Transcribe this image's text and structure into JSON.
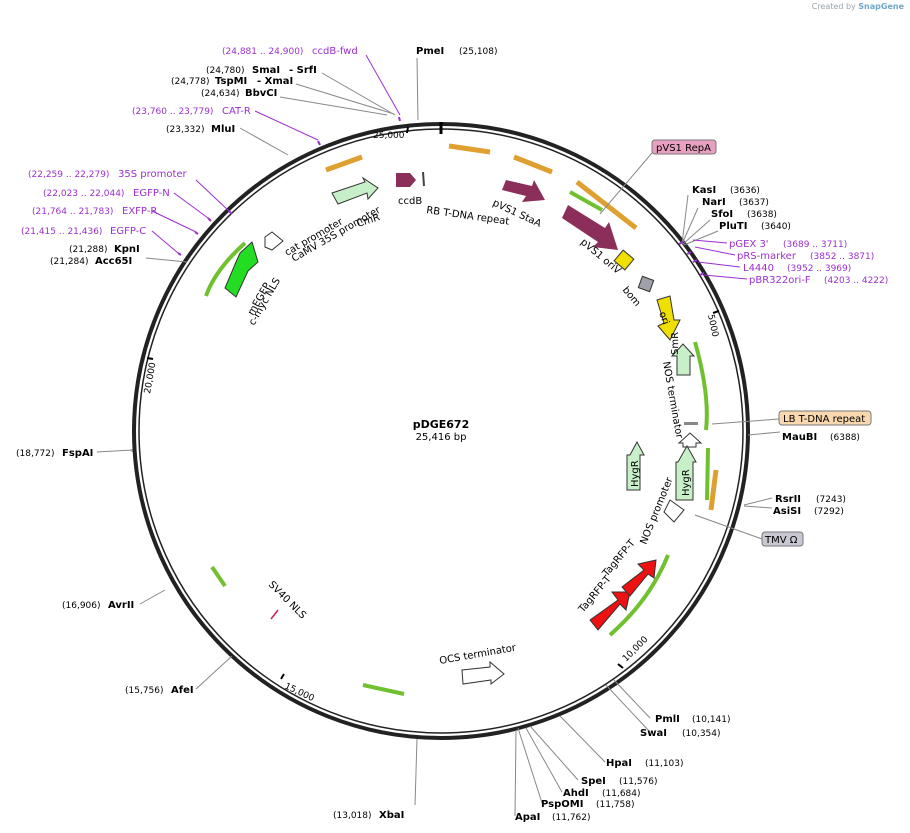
{
  "credit": {
    "text": "Created by",
    "brand": "SnapGene"
  },
  "plasmid": {
    "name": "pDGE672",
    "size": "25,416 bp"
  },
  "ticks": [
    "25,000",
    "5000",
    "10,000",
    "15,000",
    "20,000"
  ],
  "enzymes": [
    {
      "name": "PmeI",
      "pos": "(25,108)"
    },
    {
      "name": "SmaI",
      "pos": "(24,780)"
    },
    {
      "name": "- SrfI",
      "pos": ""
    },
    {
      "name": "TspMI",
      "pos": "(24,778)"
    },
    {
      "name": "- XmaI",
      "pos": ""
    },
    {
      "name": "BbvCI",
      "pos": "(24,634)"
    },
    {
      "name": "MluI",
      "pos": "(23,332)"
    },
    {
      "name": "KpnI",
      "pos": "(21,288)"
    },
    {
      "name": "Acc65I",
      "pos": "(21,284)"
    },
    {
      "name": "FspAI",
      "pos": "(18,772)"
    },
    {
      "name": "AvrII",
      "pos": "(16,906)"
    },
    {
      "name": "AfeI",
      "pos": "(15,756)"
    },
    {
      "name": "XbaI",
      "pos": "(13,018)"
    },
    {
      "name": "KasI",
      "pos": "(3636)"
    },
    {
      "name": "NarI",
      "pos": "(3637)"
    },
    {
      "name": "SfoI",
      "pos": "(3638)"
    },
    {
      "name": "PluTI",
      "pos": "(3640)"
    },
    {
      "name": "MauBI",
      "pos": "(6388)"
    },
    {
      "name": "RsrII",
      "pos": "(7243)"
    },
    {
      "name": "AsiSI",
      "pos": "(7292)"
    },
    {
      "name": "PmlI",
      "pos": "(10,141)"
    },
    {
      "name": "SwaI",
      "pos": "(10,354)"
    },
    {
      "name": "HpaI",
      "pos": "(11,103)"
    },
    {
      "name": "SpeI",
      "pos": "(11,576)"
    },
    {
      "name": "AhdI",
      "pos": "(11,684)"
    },
    {
      "name": "PspOMI",
      "pos": "(11,758)"
    },
    {
      "name": "ApaI",
      "pos": "(11,762)"
    }
  ],
  "primers": [
    {
      "name": "ccdB-fwd",
      "pos": "(24,881 .. 24,900)"
    },
    {
      "name": "CAT-R",
      "pos": "(23,760 .. 23,779)"
    },
    {
      "name": "35S promoter",
      "pos": "(22,259 .. 22,279)"
    },
    {
      "name": "EGFP-N",
      "pos": "(22,023 .. 22,044)"
    },
    {
      "name": "EXFP-R",
      "pos": "(21,764 .. 21,783)"
    },
    {
      "name": "EGFP-C",
      "pos": "(21,415 .. 21,436)"
    },
    {
      "name": "pGEX 3'",
      "pos": "(3689 .. 3711)"
    },
    {
      "name": "pRS-marker",
      "pos": "(3852 .. 3871)"
    },
    {
      "name": "L4440",
      "pos": "(3952 .. 3969)"
    },
    {
      "name": "pBR322ori-F",
      "pos": "(4203 .. 4222)"
    }
  ],
  "boxed_features": [
    {
      "name": "pVS1 RepA",
      "color": "#e8a0c0"
    },
    {
      "name": "LB T-DNA repeat",
      "color": "#f9d8b0"
    },
    {
      "name": "TMV Ω",
      "color": "#c8c8d0"
    }
  ],
  "features": [
    "ccdB",
    "RB T-DNA repeat",
    "CmR",
    "cat promoter",
    "CaMV 35S promoter",
    "mEGFP",
    "c-myc NLS",
    "pVS1 StaA",
    "pVS1 oriV",
    "bom",
    "ori",
    "SmR",
    "NOS terminator",
    "HygR",
    "HygR",
    "NOS promoter",
    "TagRFP-T",
    "TagRFP-T",
    "SV40 NLS",
    "OCS terminator"
  ],
  "colors": {
    "primer": "#9b30d0",
    "orf_primer": "#e0a030",
    "green": "#70c030",
    "egfp": "#22dd22",
    "maroon": "#8b2e5a",
    "rfp": "#ee1111",
    "light_green": "#c8f0c8",
    "ori": "#f0e000"
  }
}
